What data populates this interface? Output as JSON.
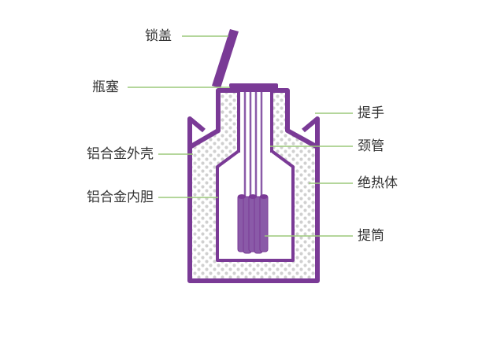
{
  "colors": {
    "outline": "#7a3a96",
    "handle": "#7a3a96",
    "rods": "#8a5aa8",
    "insulation_dots": "#d0d0d0",
    "leader_line": "#9cc97a",
    "text": "#333333"
  },
  "labels": {
    "lock_cover": "锁盖",
    "bottle_plug": "瓶塞",
    "alloy_shell": "铝合金外壳",
    "alloy_liner": "铝合金内胆",
    "handle": "提手",
    "neck_tube": "颈管",
    "insulation": "绝热体",
    "canister": "提筒"
  }
}
